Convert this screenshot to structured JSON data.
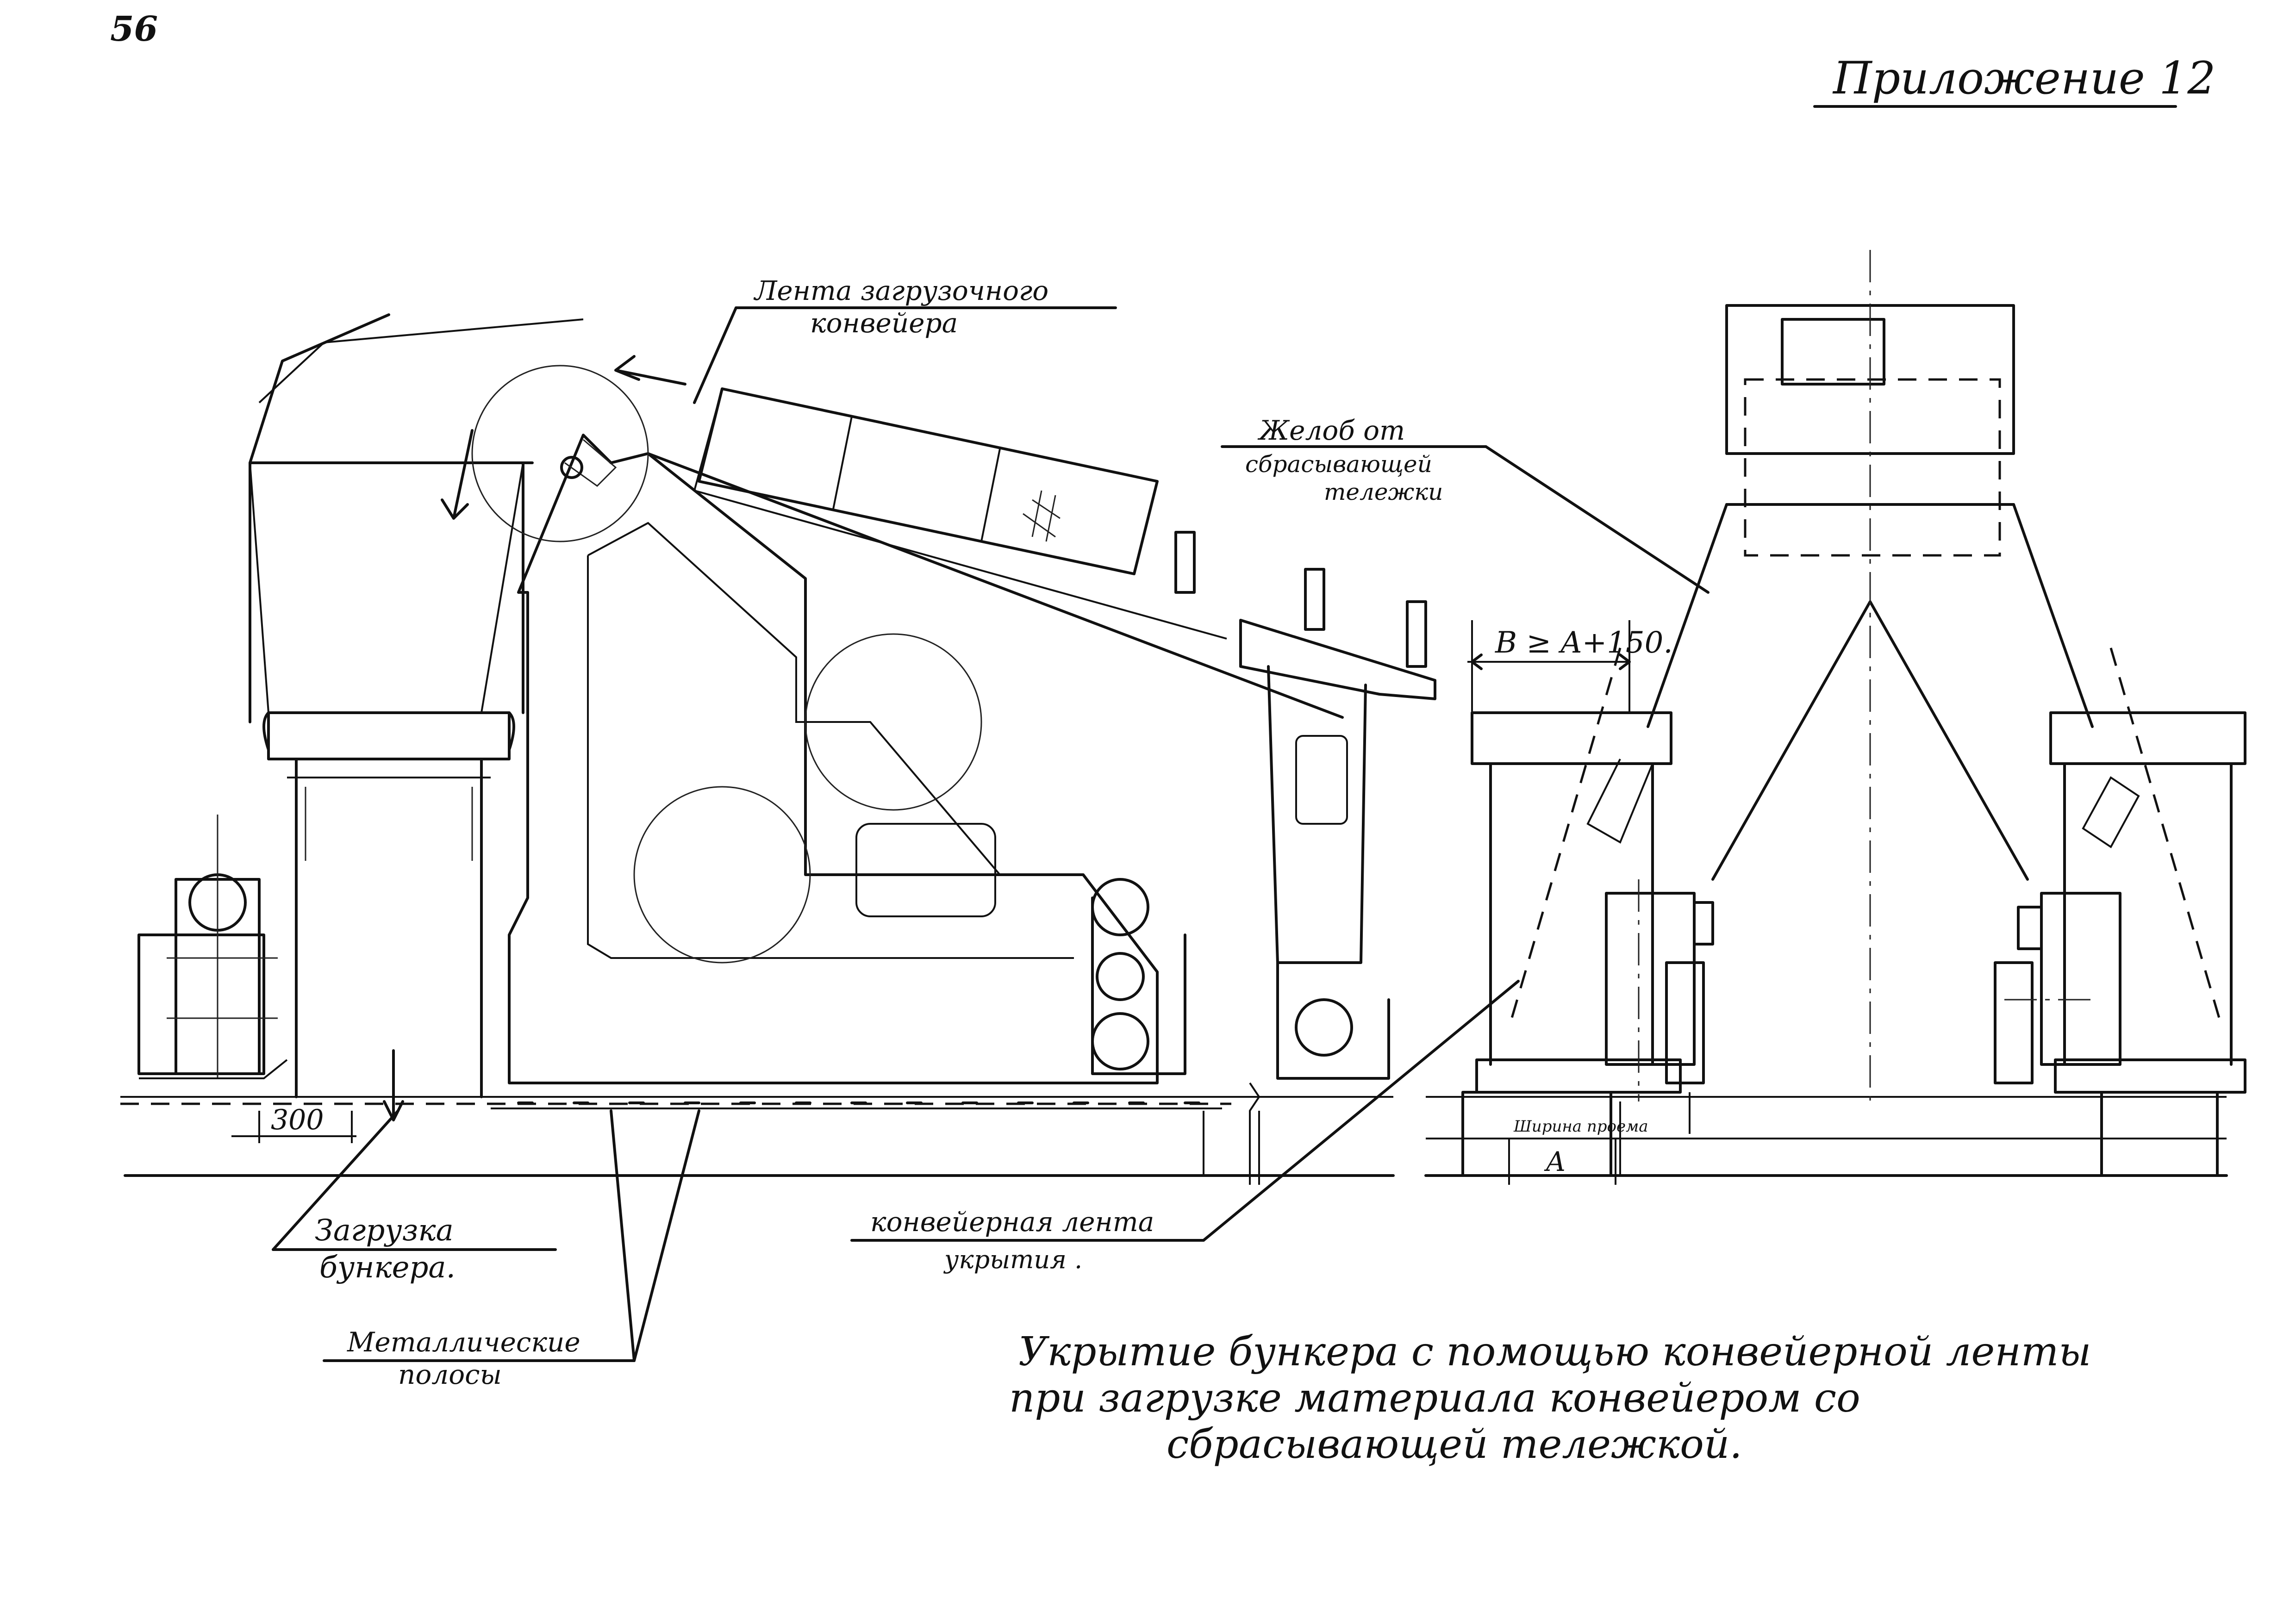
{
  "sheet": {
    "page_number": "56",
    "appendix": "Приложение 12"
  },
  "callouts": {
    "loading_belt": [
      "Лента загрузочного",
      "конвейера"
    ],
    "chute": [
      "Желоб от",
      "сбрасывающей",
      "тележки"
    ],
    "bunker_loading": [
      "Загрузка",
      "бункера."
    ],
    "metal_strips": [
      "Металлические",
      "полосы"
    ],
    "cover_belt": [
      "конвейерная лента",
      "укрытия ."
    ]
  },
  "dimensions": {
    "width_rule": "B ≥ A+150.",
    "gap": "300",
    "opening_width": "Ширина проема",
    "opening_symbol": "A"
  },
  "caption": [
    "Укрытие бункера с помощью конвейерной ленты",
    "при загрузке материала конвейером со",
    "сбрасывающей тележкой."
  ]
}
